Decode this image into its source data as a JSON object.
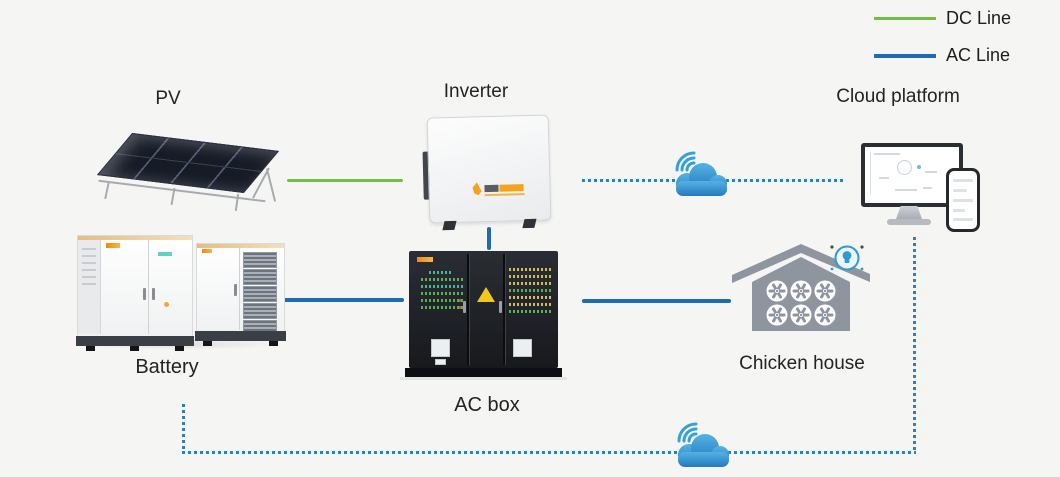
{
  "legend": {
    "items": [
      {
        "label": "DC Line",
        "color": "#72bf44"
      },
      {
        "label": "AC Line",
        "color": "#1d6bb0"
      }
    ]
  },
  "nodes": {
    "pv": {
      "label": "PV"
    },
    "inverter": {
      "label": "Inverter"
    },
    "cloud_platform": {
      "label": "Cloud platform"
    },
    "battery": {
      "label": "Battery"
    },
    "ac_box": {
      "label": "AC box"
    },
    "chicken_house": {
      "label": "Chicken house"
    }
  },
  "connections": [
    {
      "from": "pv",
      "to": "inverter",
      "type": "dc",
      "style": "solid"
    },
    {
      "from": "inverter",
      "to": "ac_box",
      "type": "ac",
      "style": "solid"
    },
    {
      "from": "battery",
      "to": "ac_box",
      "type": "ac",
      "style": "solid"
    },
    {
      "from": "ac_box",
      "to": "chicken_house",
      "type": "ac",
      "style": "solid"
    },
    {
      "from": "inverter",
      "to": "cloud_platform",
      "type": "wireless",
      "style": "dotted",
      "via": "cloud-wifi-icon"
    },
    {
      "from": "battery",
      "to": "cloud_platform",
      "type": "wireless",
      "style": "dotted",
      "via": "cloud-wifi-icon"
    }
  ],
  "icons": {
    "cloud-wifi-icon": "blue cloud with wifi waves",
    "smart-bulb-icon": "blue light bulb in circle on roof",
    "fan-icon": "white ventilation fan (6 of them in house)"
  },
  "colors": {
    "background": "#f5f5f4",
    "dc_line": "#72bf44",
    "ac_line": "#1d6bb0",
    "dotted_line": "#2e7fc4",
    "cloud": "#3f9fd8",
    "house": "#8e959e",
    "ac_box_body": "#1b1d21",
    "text": "#232323"
  }
}
